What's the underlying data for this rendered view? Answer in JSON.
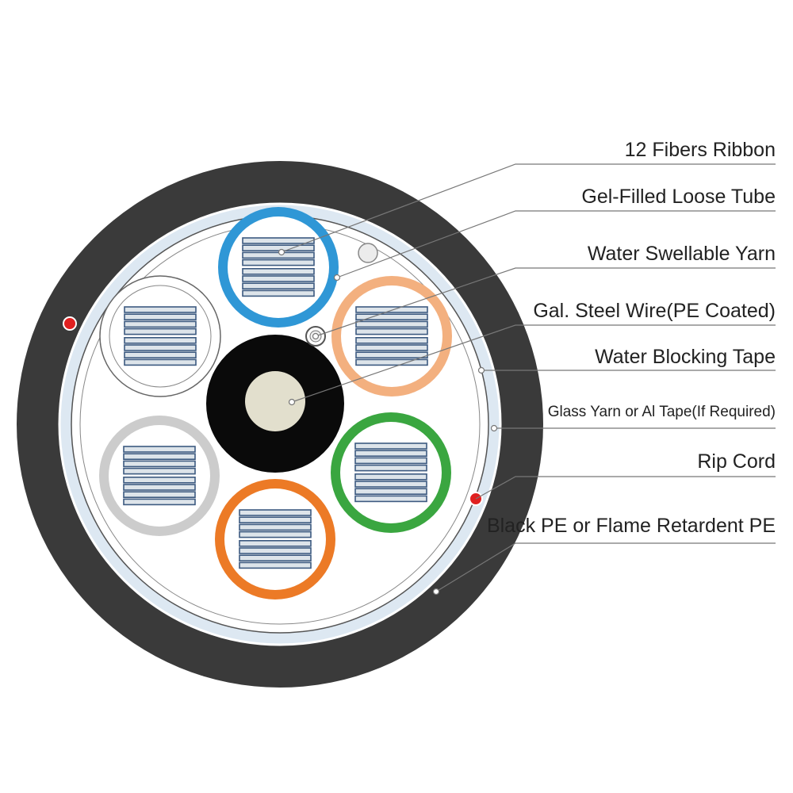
{
  "labels": {
    "fibers_ribbon": "12 Fibers Ribbon",
    "loose_tube": "Gel-Filled Loose Tube",
    "swellable_yarn": "Water Swellable Yarn",
    "steel_wire": "Gal. Steel Wire(PE Coated)",
    "blocking_tape": "Water Blocking Tape",
    "glass_yarn": "Glass Yarn or Al Tape(If Required)",
    "rip_cord": "Rip Cord",
    "outer_sheath": "Black PE or Flame Retardent PE"
  },
  "colors": {
    "jacket": "#3a3a3a",
    "tape_band": "#dde8f2",
    "core_background": "#ffffff",
    "strength_member_coat": "#0a0a0a",
    "strength_member_core": "#e2dfcd",
    "rip_cord": "#e02020",
    "ribbon_fill": "#dde4ea",
    "ribbon_stroke": "#3d5a80",
    "leader_line": "#777777",
    "tube_blue": "#2f97d6",
    "tube_orange_light": "#f3b07f",
    "tube_green": "#3aa640",
    "tube_orange": "#ec7a26",
    "tube_gray": "#cccccc",
    "tube_white": "#ffffff"
  },
  "tubes": [
    {
      "name": "blue",
      "color": "#2f97d6"
    },
    {
      "name": "light-orange",
      "color": "#f3b07f"
    },
    {
      "name": "green",
      "color": "#3aa640"
    },
    {
      "name": "orange",
      "color": "#ec7a26"
    },
    {
      "name": "gray",
      "color": "#cccccc"
    },
    {
      "name": "white",
      "color": "#ffffff"
    }
  ]
}
